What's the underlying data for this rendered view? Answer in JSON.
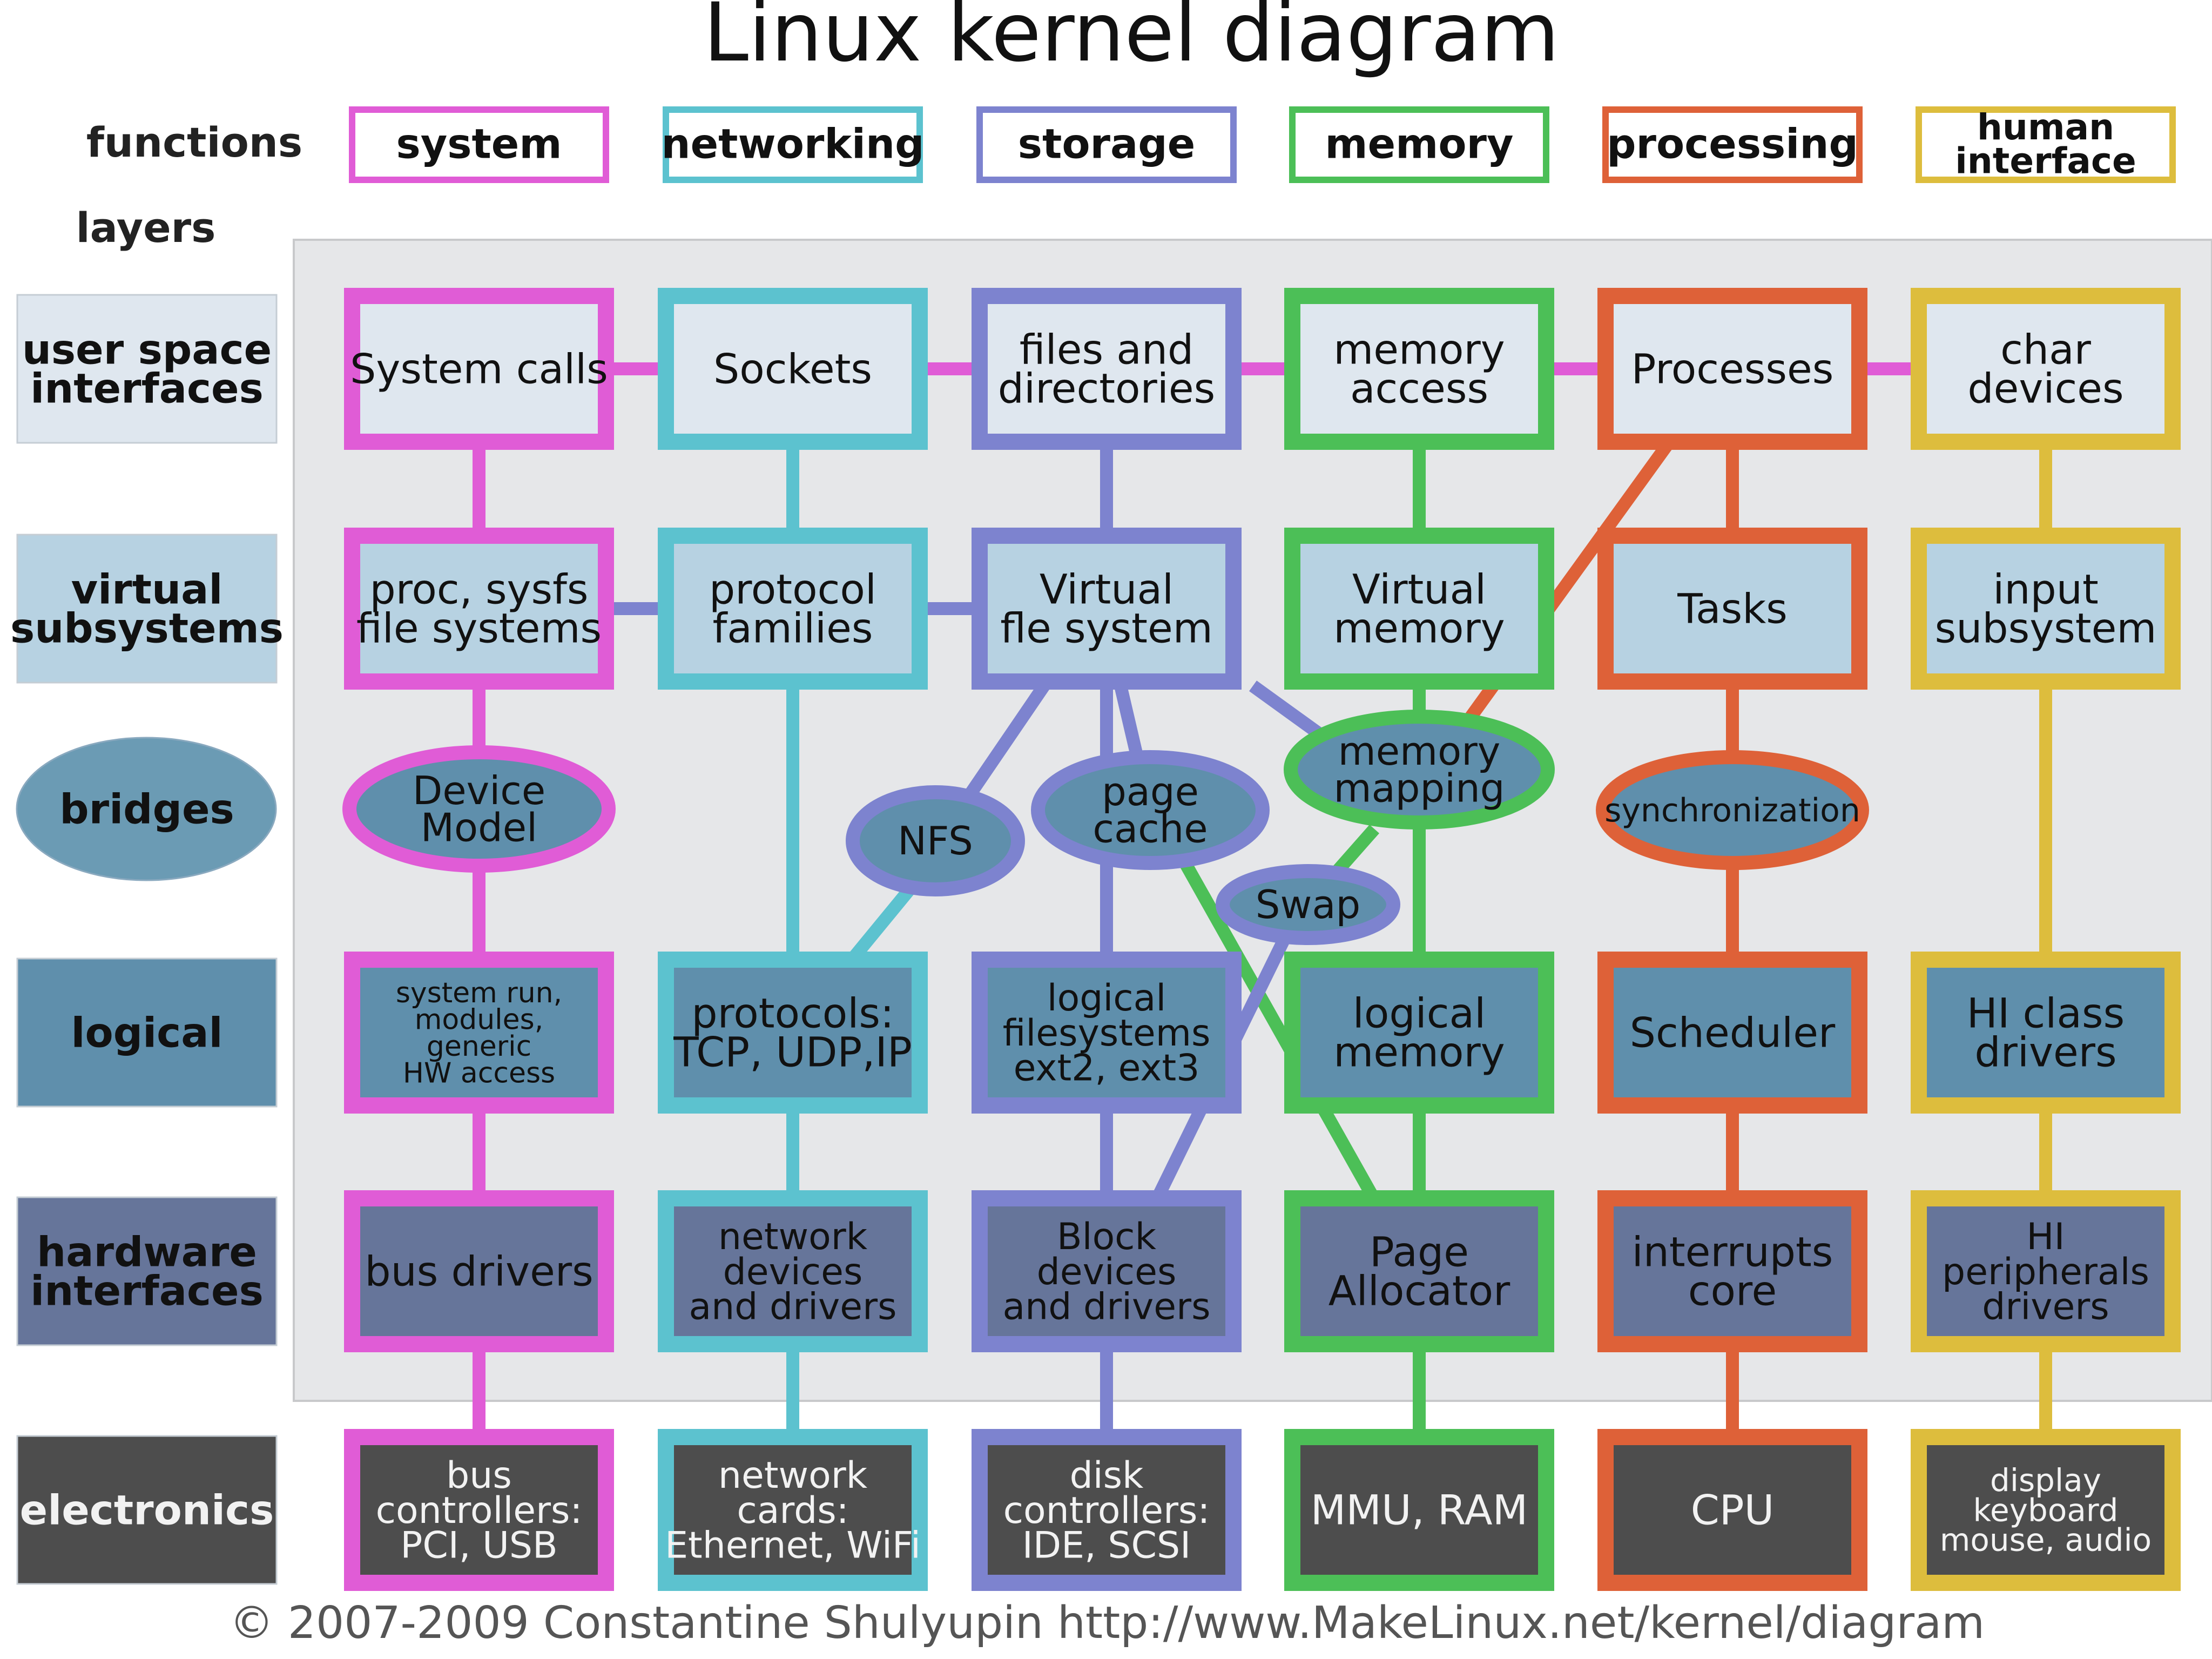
{
  "title": "Linux kernel diagram",
  "copyright": "© 2007-2009 Constantine Shulyupin http://www.MakeLinux.net/kernel/diagram",
  "headers": {
    "functions": "functions",
    "layers": "layers"
  },
  "colors": {
    "system": "#e05cd6",
    "networking": "#5cc2cf",
    "storage": "#7d83cf",
    "memory": "#4cbf57",
    "processing": "#de6138",
    "human": "#ddbd3d",
    "panel": "#e6e7e9",
    "row_user": "#dfe7ef",
    "row_virtual": "#b7d2e2",
    "row_bridge": "#6b9bb4",
    "row_logical": "#5f8fac",
    "row_hw": "#66759a",
    "row_elec": "#4d4d4d",
    "ellipse_fill": "#5f8fac",
    "link": "#e05cd6"
  },
  "functions": [
    {
      "key": "system",
      "label": "system"
    },
    {
      "key": "networking",
      "label": "networking"
    },
    {
      "key": "storage",
      "label": "storage"
    },
    {
      "key": "memory",
      "label": "memory"
    },
    {
      "key": "processing",
      "label": "processing"
    },
    {
      "key": "human",
      "label": "human\ninterface"
    }
  ],
  "layers": [
    {
      "key": "user",
      "label": "user space\ninterfaces",
      "shape": "rect"
    },
    {
      "key": "virtual",
      "label": "virtual\nsubsystems",
      "shape": "rect"
    },
    {
      "key": "bridge",
      "label": "bridges",
      "shape": "ellipse"
    },
    {
      "key": "logical",
      "label": "logical",
      "shape": "rect"
    },
    {
      "key": "hw",
      "label": "hardware\ninterfaces",
      "shape": "rect"
    },
    {
      "key": "elec",
      "label": "electronics",
      "shape": "rect"
    }
  ],
  "nodes": [
    {
      "id": "system-calls",
      "col": "system",
      "row": "user",
      "label": "System calls"
    },
    {
      "id": "sockets",
      "col": "networking",
      "row": "user",
      "label": "Sockets"
    },
    {
      "id": "files-dirs",
      "col": "storage",
      "row": "user",
      "label": "files and\ndirectories"
    },
    {
      "id": "memory-access",
      "col": "memory",
      "row": "user",
      "label": "memory\naccess"
    },
    {
      "id": "processes",
      "col": "processing",
      "row": "user",
      "label": "Processes"
    },
    {
      "id": "char-devices",
      "col": "human",
      "row": "user",
      "label": "char\ndevices"
    },
    {
      "id": "proc-sysfs",
      "col": "system",
      "row": "virtual",
      "label": "proc, sysfs\nfile systems"
    },
    {
      "id": "protocol-families",
      "col": "networking",
      "row": "virtual",
      "label": "protocol\nfamilies"
    },
    {
      "id": "vfs",
      "col": "storage",
      "row": "virtual",
      "label": "Virtual\nfle system"
    },
    {
      "id": "virtual-memory",
      "col": "memory",
      "row": "virtual",
      "label": "Virtual\nmemory"
    },
    {
      "id": "tasks",
      "col": "processing",
      "row": "virtual",
      "label": "Tasks"
    },
    {
      "id": "input-subsystem",
      "col": "human",
      "row": "virtual",
      "label": "input\nsubsystem"
    },
    {
      "id": "device-model",
      "col": "system",
      "row": "bridge",
      "label": "Device\nModel"
    },
    {
      "id": "nfs",
      "col": "storage",
      "row": "bridge",
      "label": "NFS"
    },
    {
      "id": "page-cache",
      "col": "storage",
      "row": "bridge",
      "label": "page\ncache"
    },
    {
      "id": "memory-mapping",
      "col": "memory",
      "row": "bridge",
      "label": "memory\nmapping"
    },
    {
      "id": "swap",
      "col": "storage",
      "row": "bridge",
      "label": "Swap"
    },
    {
      "id": "synchronization",
      "col": "processing",
      "row": "bridge",
      "label": "synchronization"
    },
    {
      "id": "system-run",
      "col": "system",
      "row": "logical",
      "label": "system run,\nmodules,\ngeneric\nHW access"
    },
    {
      "id": "protocols",
      "col": "networking",
      "row": "logical",
      "label": "protocols:\nTCP, UDP,IP"
    },
    {
      "id": "logical-fs",
      "col": "storage",
      "row": "logical",
      "label": "logical\nfilesystems\next2, ext3"
    },
    {
      "id": "logical-memory",
      "col": "memory",
      "row": "logical",
      "label": "logical\nmemory"
    },
    {
      "id": "scheduler",
      "col": "processing",
      "row": "logical",
      "label": "Scheduler"
    },
    {
      "id": "hi-class",
      "col": "human",
      "row": "logical",
      "label": "HI class\ndrivers"
    },
    {
      "id": "bus-drivers",
      "col": "system",
      "row": "hw",
      "label": "bus drivers"
    },
    {
      "id": "net-devices",
      "col": "networking",
      "row": "hw",
      "label": "network\ndevices\nand drivers"
    },
    {
      "id": "block-devices",
      "col": "storage",
      "row": "hw",
      "label": "Block\ndevices\nand drivers"
    },
    {
      "id": "page-allocator",
      "col": "memory",
      "row": "hw",
      "label": "Page\nAllocator"
    },
    {
      "id": "interrupts-core",
      "col": "processing",
      "row": "hw",
      "label": "interrupts\ncore"
    },
    {
      "id": "hi-peripherals",
      "col": "human",
      "row": "hw",
      "label": "HI\nperipherals\ndrivers"
    },
    {
      "id": "bus-controllers",
      "col": "system",
      "row": "elec",
      "label": "bus\ncontrollers:\nPCI, USB"
    },
    {
      "id": "network-cards",
      "col": "networking",
      "row": "elec",
      "label": "network\ncards:\nEthernet, WiFi"
    },
    {
      "id": "disk-controllers",
      "col": "storage",
      "row": "elec",
      "label": "disk\ncontrollers:\nIDE, SCSI"
    },
    {
      "id": "mmu-ram",
      "col": "memory",
      "row": "elec",
      "label": "MMU, RAM"
    },
    {
      "id": "cpu",
      "col": "processing",
      "row": "elec",
      "label": "CPU"
    },
    {
      "id": "display-keyboard",
      "col": "human",
      "row": "elec",
      "label": "display\nkeyboard\nmouse, audio"
    }
  ]
}
